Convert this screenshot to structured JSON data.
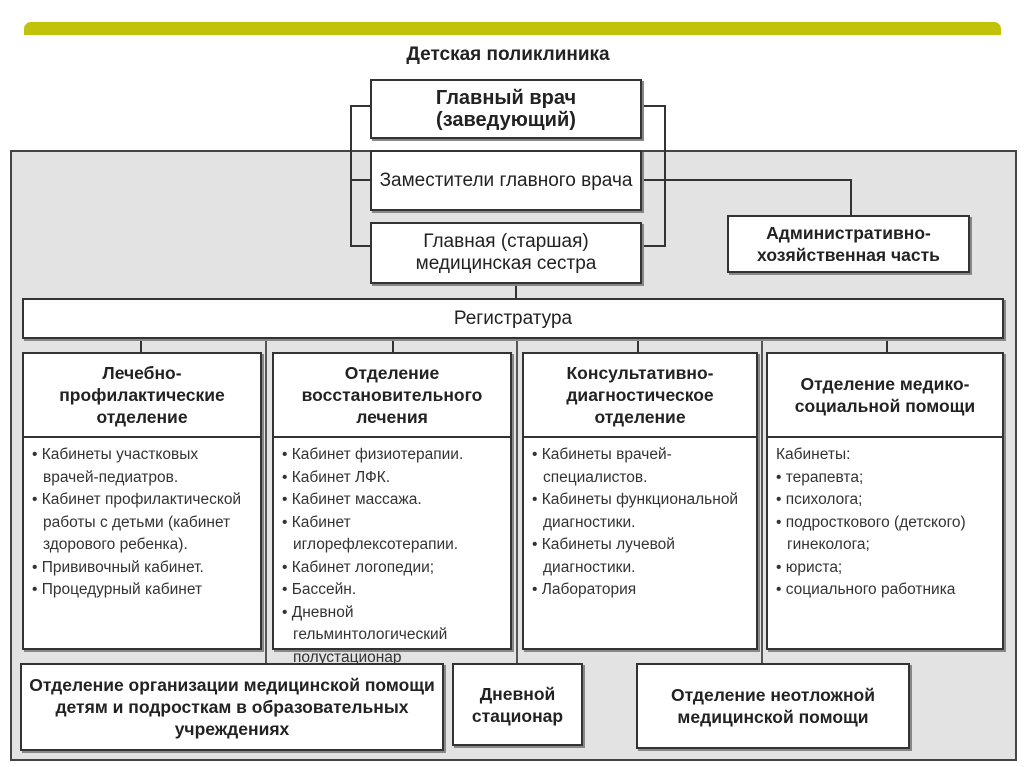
{
  "title": "Детская поликлиника",
  "chief": "Главный врач (заведующий)",
  "deputies": "Заместители главного врача",
  "head_nurse": "Главная (старшая) медицинская сестра",
  "admin": "Административно-хозяйственная часть",
  "registry": "Регистратура",
  "columns": [
    {
      "title": "Лечебно-профилактические отделение",
      "intro": "",
      "items": [
        "Кабинеты участковых врачей-педиатров.",
        "Кабинет профилактической работы с детьми (кабинет здорового ребенка).",
        "Прививочный кабинет.",
        "Процедурный кабинет"
      ]
    },
    {
      "title": "Отделение восстановительного лечения",
      "intro": "",
      "items": [
        "Кабинет физиотерапии.",
        "Кабинет ЛФК.",
        "Кабинет массажа.",
        "Кабинет иглорефлексотерапии.",
        "Кабинет логопедии;",
        "Бассейн.",
        "Дневной гельминтологический полустационар"
      ]
    },
    {
      "title": "Консультативно-диагностическое отделение",
      "intro": "",
      "items": [
        "Кабинеты врачей-специалистов.",
        "Кабинеты функциональной диагностики.",
        "Кабинеты лучевой диагностики.",
        "Лаборатория"
      ]
    },
    {
      "title": "Отделение медико-социальной помощи",
      "intro": "Кабинеты:",
      "items": [
        "терапевта;",
        "психолога;",
        "подросткового (детского) гинеколога;",
        "юриста;",
        "социального работника"
      ]
    }
  ],
  "bottom": {
    "school": "Отделение организации медицинской помощи детям и подросткам в образовательных учреждениях",
    "day_hospital": "Дневной стационар",
    "emergency": "Отделение неотложной медицинской помощи"
  },
  "colors": {
    "accent": "#c3c20b",
    "panel": "#e3e3e3"
  }
}
